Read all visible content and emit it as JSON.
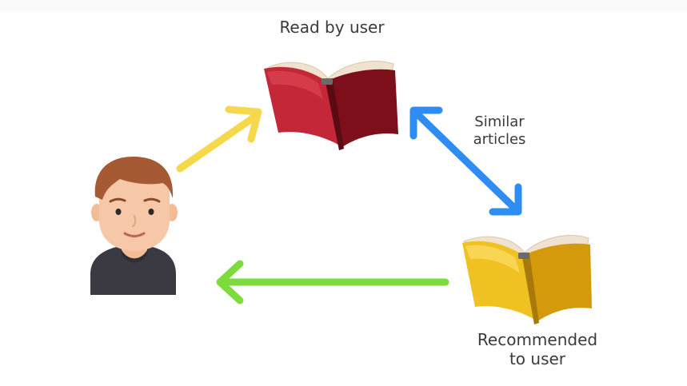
{
  "labels": {
    "read_by_user": "Read by user",
    "similar_articles": [
      "Similar",
      "articles"
    ],
    "recommended_to_user": [
      "Recommended",
      "to user"
    ]
  },
  "colors": {
    "user_to_read_arrow": "#f6d84b",
    "similarity_arrow": "#2f8cf2",
    "recommend_arrow": "#7ddc3b",
    "read_book_cover": "#a91b2c",
    "recommended_book_cover": "#e7b514",
    "skin": "#f6c8a7",
    "hair": "#a65a34",
    "shirt": "#3b3942"
  },
  "icons": [
    "user-avatar-icon",
    "red-book-icon",
    "yellow-book-icon"
  ]
}
